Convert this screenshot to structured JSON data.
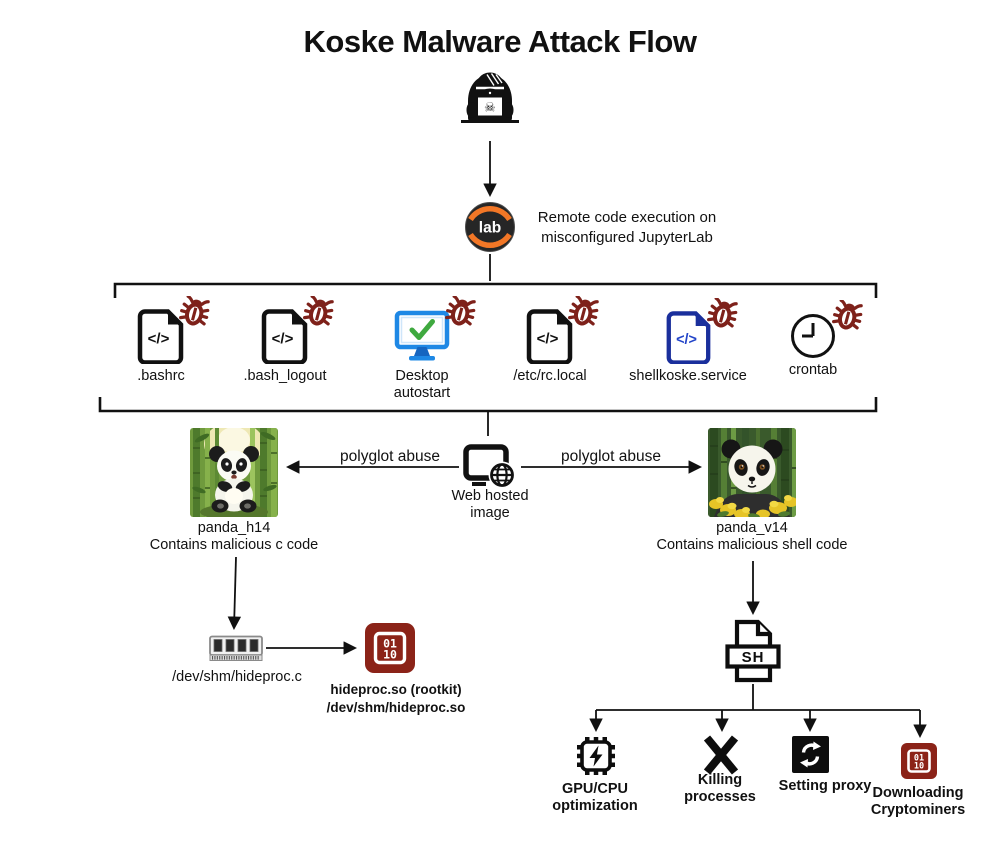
{
  "title": "Koske Malware Attack Flow",
  "entry": {
    "lab_badge": "lab",
    "line1": "Remote code execution on",
    "line2": "misconfigured JupyterLab"
  },
  "icons": {
    "code_glyph": "</>"
  },
  "persistence": [
    {
      "label": ".bashrc"
    },
    {
      "label": ".bash_logout"
    },
    {
      "label": "Desktop",
      "label2": "autostart"
    },
    {
      "label": "/etc/rc.local"
    },
    {
      "label": "shellkoske.service"
    },
    {
      "label": "crontab"
    }
  ],
  "distribution": {
    "left_arrow_label": "polyglot abuse",
    "right_arrow_label": "polyglot abuse",
    "web_line1": "Web hosted",
    "web_line2": "image"
  },
  "panda_left": {
    "name": "panda_h14",
    "desc": "Contains malicious c code"
  },
  "panda_right": {
    "name": "panda_v14",
    "desc": "Contains malicious shell code"
  },
  "rootkit_path": {
    "source_label": "/dev/shm/hideproc.c",
    "result_line1": "hideproc.so (rootkit)",
    "result_line2": "/dev/shm/hideproc.so",
    "binary_line1": "01",
    "binary_line2": "10"
  },
  "shell_path": {
    "sh_label": "SH",
    "actions": [
      {
        "line1": "GPU/CPU",
        "line2": "optimization"
      },
      {
        "line1": "Killing",
        "line2": "processes"
      },
      {
        "line1": "Setting proxy"
      },
      {
        "line1": "Downloading",
        "line2": "Cryptominers"
      }
    ],
    "crypto_binary_line1": "01",
    "crypto_binary_line2": "10"
  },
  "colors": {
    "bug_red": "#7E211A",
    "rootkit_red": "#8B2318",
    "service_blue": "#1A2F9C",
    "jupyter_orange": "#F37726",
    "monitor_blue": "#1E88E5",
    "check_green": "#3FA93F"
  }
}
